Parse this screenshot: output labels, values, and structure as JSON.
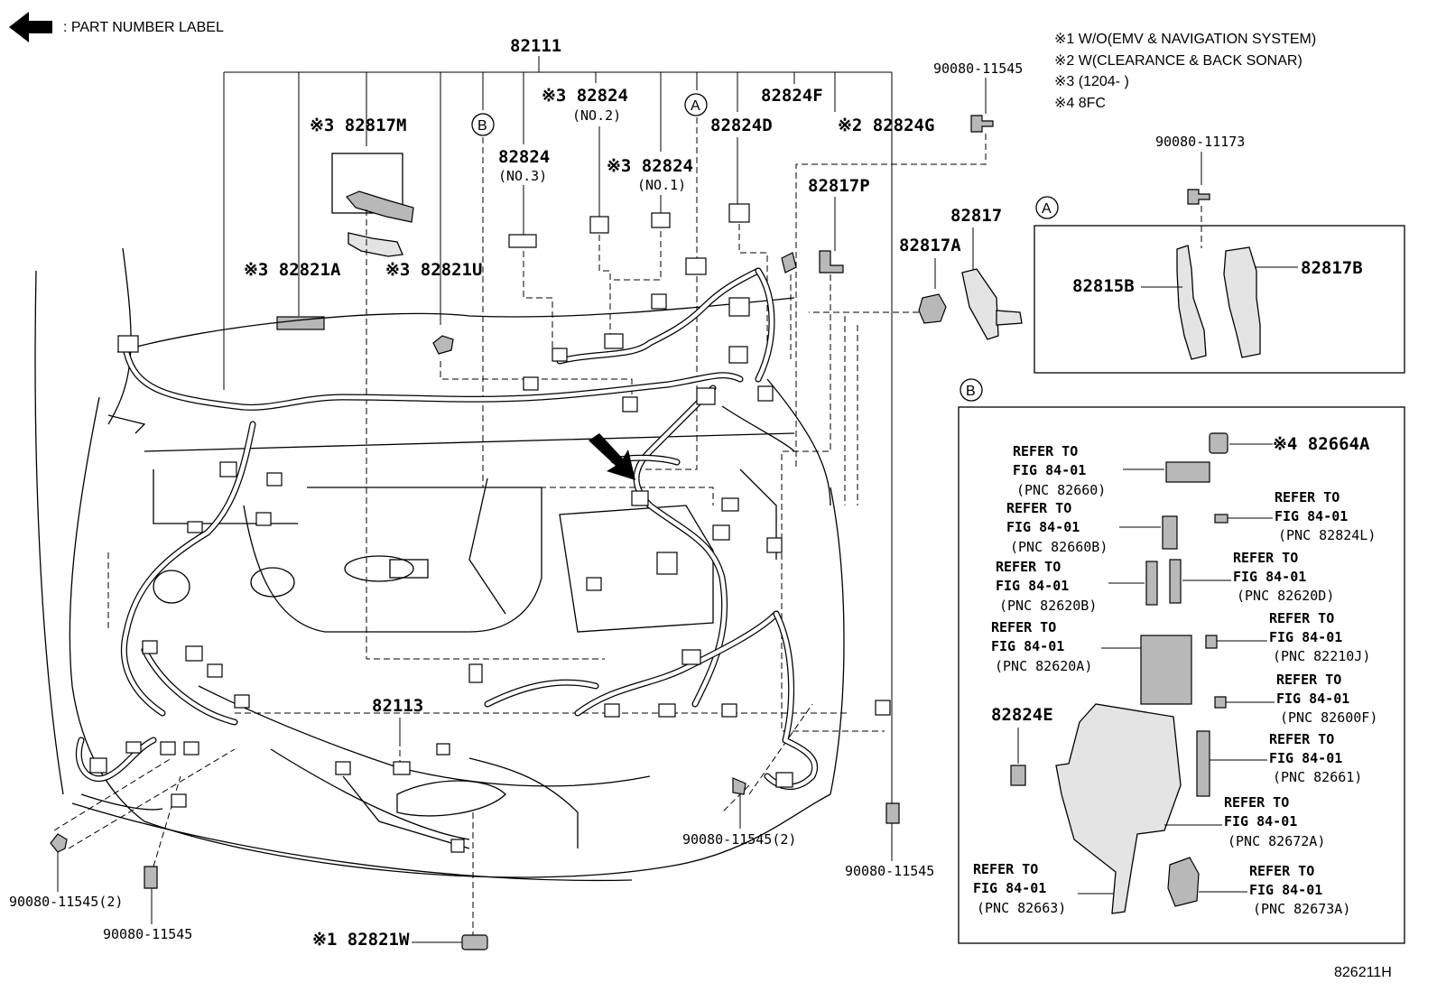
{
  "legend": {
    "text": ":  PART NUMBER LABEL",
    "icon": "left-arrow-icon"
  },
  "notes": [
    "※1 W/O(EMV & NAVIGATION SYSTEM)",
    "※2 W(CLEARANCE & BACK SONAR)",
    "※3 (1204-      )",
    "※4 8FC"
  ],
  "callouts": [
    {
      "id": "82111",
      "text": "82111"
    },
    {
      "id": "82824-no2",
      "text": "※3 82824"
    },
    {
      "id": "no2",
      "text": "(NO.2)"
    },
    {
      "id": "82824f",
      "text": "82824F"
    },
    {
      "id": "82824d",
      "text": "82824D"
    },
    {
      "id": "82824g",
      "text": "※2 82824G"
    },
    {
      "id": "82817m",
      "text": "※3 82817M"
    },
    {
      "id": "82824-no3",
      "text": "82824"
    },
    {
      "id": "no3",
      "text": "(NO.3)"
    },
    {
      "id": "82824-no1",
      "text": "※3 82824"
    },
    {
      "id": "no1",
      "text": "(NO.1)"
    },
    {
      "id": "82817p",
      "text": "82817P"
    },
    {
      "id": "82821a",
      "text": "※3 82821A"
    },
    {
      "id": "82821u",
      "text": "※3 82821U"
    },
    {
      "id": "82817",
      "text": "82817"
    },
    {
      "id": "82817a",
      "text": "82817A"
    },
    {
      "id": "82113",
      "text": "82113"
    },
    {
      "id": "82821w",
      "text": "※1 82821W"
    },
    {
      "id": "bolt-top",
      "text": "90080-11545"
    },
    {
      "id": "bolt-a",
      "text": "90080-11173"
    },
    {
      "id": "bolt-lower-left",
      "text": "90080-11545(2)"
    },
    {
      "id": "bolt-lower-left2",
      "text": "90080-11545"
    },
    {
      "id": "bolt-center",
      "text": "90080-11545(2)"
    },
    {
      "id": "bolt-right",
      "text": "90080-11545"
    }
  ],
  "circle_labels": {
    "a": "A",
    "b": "B"
  },
  "detail_a": {
    "label": "A",
    "parts": [
      "82815B",
      "82817B"
    ]
  },
  "detail_b": {
    "label": "B",
    "part_82664a": "※4 82664A",
    "part_82824e": "82824E",
    "refer_line1": "REFER TO",
    "refer_line2": "FIG 84-01",
    "references": [
      "(PNC 82660)",
      "(PNC 82824L)",
      "(PNC 82660B)",
      "(PNC 82620D)",
      "(PNC 82620B)",
      "(PNC 82210J)",
      "(PNC 82620A)",
      "(PNC 82600F)",
      "(PNC 82661)",
      "(PNC 82672A)",
      "(PNC 82663)",
      "(PNC 82673A)"
    ]
  },
  "figure_id": "826211H"
}
